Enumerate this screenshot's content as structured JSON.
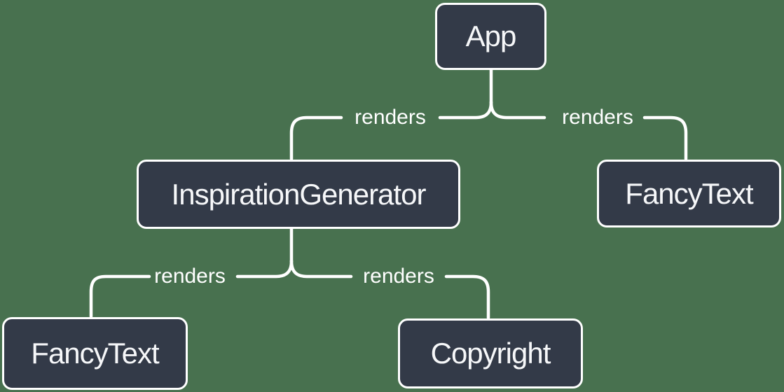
{
  "theme": {
    "canvas_bg": "#48714f",
    "node_fill": "#333a48",
    "node_border": "#ffffff",
    "node_text": "#f6f7f9",
    "edge_color": "#ffffff",
    "edge_label_color": "#ffffff"
  },
  "diagram_type": "component-render-tree",
  "nodes": [
    {
      "id": "app",
      "label": "App"
    },
    {
      "id": "inspiration-generator",
      "label": "InspirationGenerator"
    },
    {
      "id": "fancy-text-right",
      "label": "FancyText"
    },
    {
      "id": "fancy-text-left",
      "label": "FancyText"
    },
    {
      "id": "copyright",
      "label": "Copyright"
    }
  ],
  "edges": [
    {
      "from": "App",
      "to": "InspirationGenerator",
      "label": "renders"
    },
    {
      "from": "App",
      "to": "FancyText",
      "label": "renders"
    },
    {
      "from": "InspirationGenerator",
      "to": "FancyText",
      "label": "renders"
    },
    {
      "from": "InspirationGenerator",
      "to": "Copyright",
      "label": "renders"
    }
  ]
}
